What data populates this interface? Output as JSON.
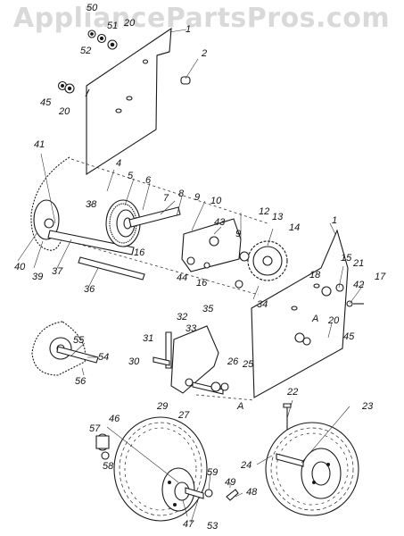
{
  "watermark": "AppliancePartsPros.com",
  "callouts": {
    "c1a": "1",
    "c1b": "1",
    "c2": "2",
    "c4": "4",
    "c5": "5",
    "c6": "6",
    "c7": "7",
    "c8": "8",
    "c9a": "9",
    "c9b": "9",
    "c10": "10",
    "c12": "12",
    "c13": "13",
    "c14": "14",
    "c15": "15",
    "c16a": "16",
    "c16b": "16",
    "c17": "17",
    "c18": "18",
    "c20a": "20",
    "c20b": "20",
    "c20c": "20",
    "c21": "21",
    "c22": "22",
    "c23": "23",
    "c24": "24",
    "c25": "25",
    "c26": "26",
    "c27": "27",
    "c29": "29",
    "c30": "30",
    "c31": "31",
    "c32": "32",
    "c33": "33",
    "c34": "34",
    "c35": "35",
    "c36": "36",
    "c37": "37",
    "c38": "38",
    "c39": "39",
    "c40": "40",
    "c41": "41",
    "c42": "42",
    "c43": "43",
    "c44": "44",
    "c45a": "45",
    "c45b": "45",
    "c46": "46",
    "c47": "47",
    "c48": "48",
    "c49": "49",
    "c50": "50",
    "c51": "51",
    "c52": "52",
    "c53": "53",
    "c54": "54",
    "c55": "55",
    "c56": "56",
    "c57": "57",
    "c58": "58",
    "c59": "59",
    "refA1": "A",
    "refA2": "A"
  }
}
